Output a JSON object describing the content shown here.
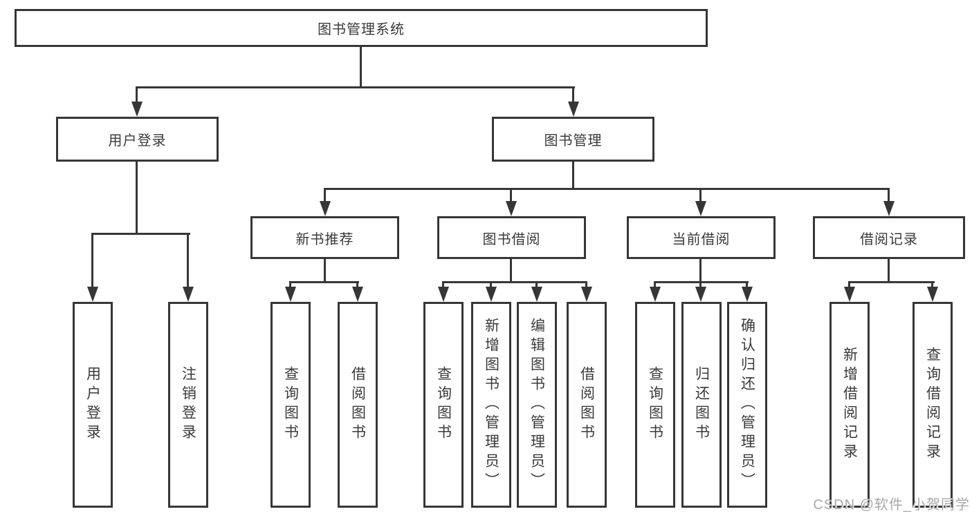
{
  "diagram_title": "图书管理系统",
  "nodes": {
    "root": {
      "label": "图书管理系统"
    },
    "user_login": {
      "label": "用户登录"
    },
    "book_mgmt": {
      "label": "图书管理"
    },
    "new_book_rec": {
      "label": "新书推荐"
    },
    "book_borrow": {
      "label": "图书借阅"
    },
    "current_borrow": {
      "label": "当前借阅"
    },
    "borrow_records": {
      "label": "借阅记录"
    },
    "leaf_user_login": {
      "label": "用户登录"
    },
    "leaf_logout": {
      "label": "注销登录"
    },
    "leaf_query_book_1": {
      "label": "查询图书"
    },
    "leaf_borrow_book_1": {
      "label": "借阅图书"
    },
    "leaf_query_book_2": {
      "label": "查询图书"
    },
    "leaf_add_book": {
      "label": "新增图书（管理员）"
    },
    "leaf_edit_book": {
      "label": "编辑图书（管理员）"
    },
    "leaf_borrow_book_2": {
      "label": "借阅图书"
    },
    "leaf_query_book_3": {
      "label": "查询图书"
    },
    "leaf_return_book": {
      "label": "归还图书"
    },
    "leaf_confirm_return": {
      "label": "确认归还（管理员）"
    },
    "leaf_add_record": {
      "label": "新增借阅记录"
    },
    "leaf_query_record": {
      "label": "查询借阅记录"
    }
  },
  "watermark": "CSDN @软件_小贺同学",
  "colors": {
    "line": "#363636",
    "box_border": "#363636",
    "box_fill": "#ffffff",
    "text": "#3a3a3a",
    "watermark_text": "#a8a8a8",
    "background": "#ffffff"
  }
}
